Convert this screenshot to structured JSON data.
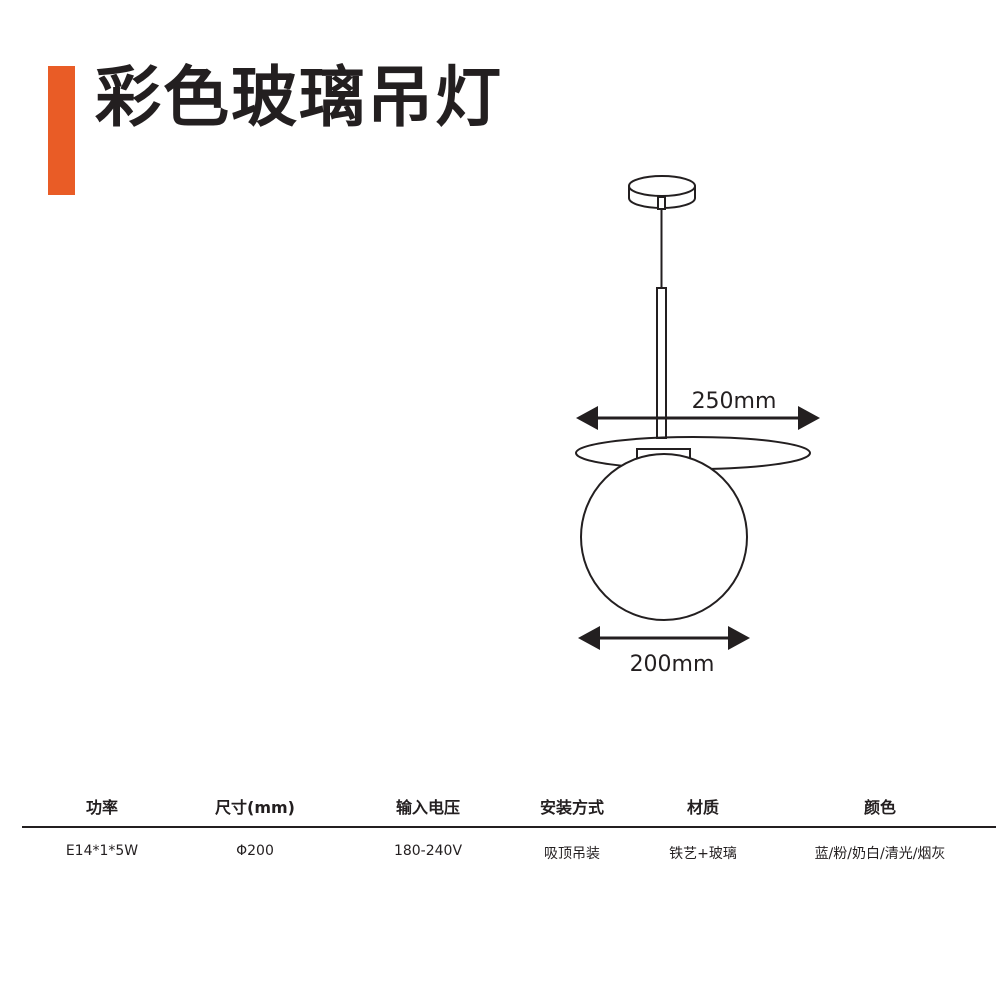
{
  "title": "彩色玻璃吊灯",
  "accent_color": "#e95c26",
  "dimensions": {
    "shade_width": "250mm",
    "globe_width": "200mm"
  },
  "spec_table": {
    "headers": [
      "功率",
      "尺寸(mm)",
      "输入电压",
      "安装方式",
      "材质",
      "颜色"
    ],
    "values": [
      "E14*1*5W",
      "Φ200",
      "180-240V",
      "吸顶吊装",
      "铁艺+玻璃",
      "蓝/粉/奶白/清光/烟灰"
    ]
  }
}
